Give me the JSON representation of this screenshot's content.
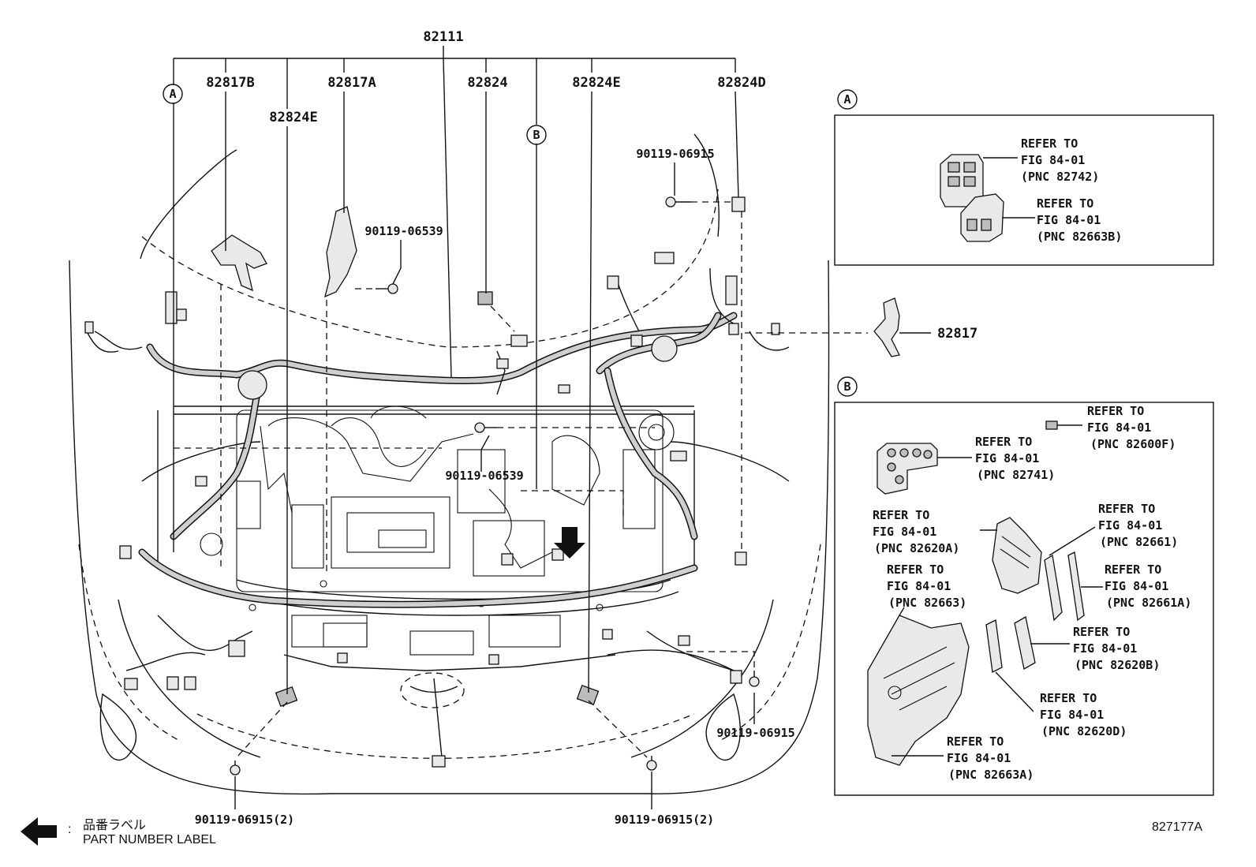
{
  "diagram": {
    "top_pnc": "82111",
    "labels": {
      "p82817B": "82817B",
      "p82817A": "82817A",
      "p82824": "82824",
      "p82824E_right": "82824E",
      "p82824D": "82824D",
      "p82824E_left": "82824E",
      "p82817": "82817",
      "bolt_top_right": "90119-06915",
      "bolt_clip_a": "90119-06539",
      "bolt_center": "90119-06539",
      "bolt_right_lower": "90119-06915",
      "bolt_left_bottom": "90119-06915(2)",
      "bolt_right_bottom": "90119-06915(2)"
    },
    "callout_a": "A",
    "callout_b": "B"
  },
  "detail_a": {
    "tag": "A",
    "refs": [
      {
        "line1": "REFER TO",
        "line2": "FIG 84-01",
        "line3": "(PNC 82742)"
      },
      {
        "line1": "REFER TO",
        "line2": "FIG 84-01",
        "line3": "(PNC 82663B)"
      }
    ]
  },
  "detail_b": {
    "tag": "B",
    "refs": [
      {
        "line1": "REFER TO",
        "line2": "FIG 84-01",
        "line3": "(PNC 82600F)"
      },
      {
        "line1": "REFER TO",
        "line2": "FIG 84-01",
        "line3": "(PNC 82741)"
      },
      {
        "line1": "REFER TO",
        "line2": "FIG 84-01",
        "line3": "(PNC 82620A)"
      },
      {
        "line1": "REFER TO",
        "line2": "FIG 84-01",
        "line3": "(PNC 82661)"
      },
      {
        "line1": "REFER TO",
        "line2": "FIG 84-01",
        "line3": "(PNC 82663)"
      },
      {
        "line1": "REFER TO",
        "line2": "FIG 84-01",
        "line3": "(PNC 82661A)"
      },
      {
        "line1": "REFER TO",
        "line2": "FIG 84-01",
        "line3": "(PNC 82620B)"
      },
      {
        "line1": "REFER TO",
        "line2": "FIG 84-01",
        "line3": "(PNC 82620D)"
      },
      {
        "line1": "REFER TO",
        "line2": "FIG 84-01",
        "line3": "(PNC 82663A)"
      }
    ]
  },
  "legend": {
    "colon": ":",
    "jp_label": "品番ラベル",
    "en_label": "PART NUMBER LABEL"
  },
  "figure_id": "827177A"
}
